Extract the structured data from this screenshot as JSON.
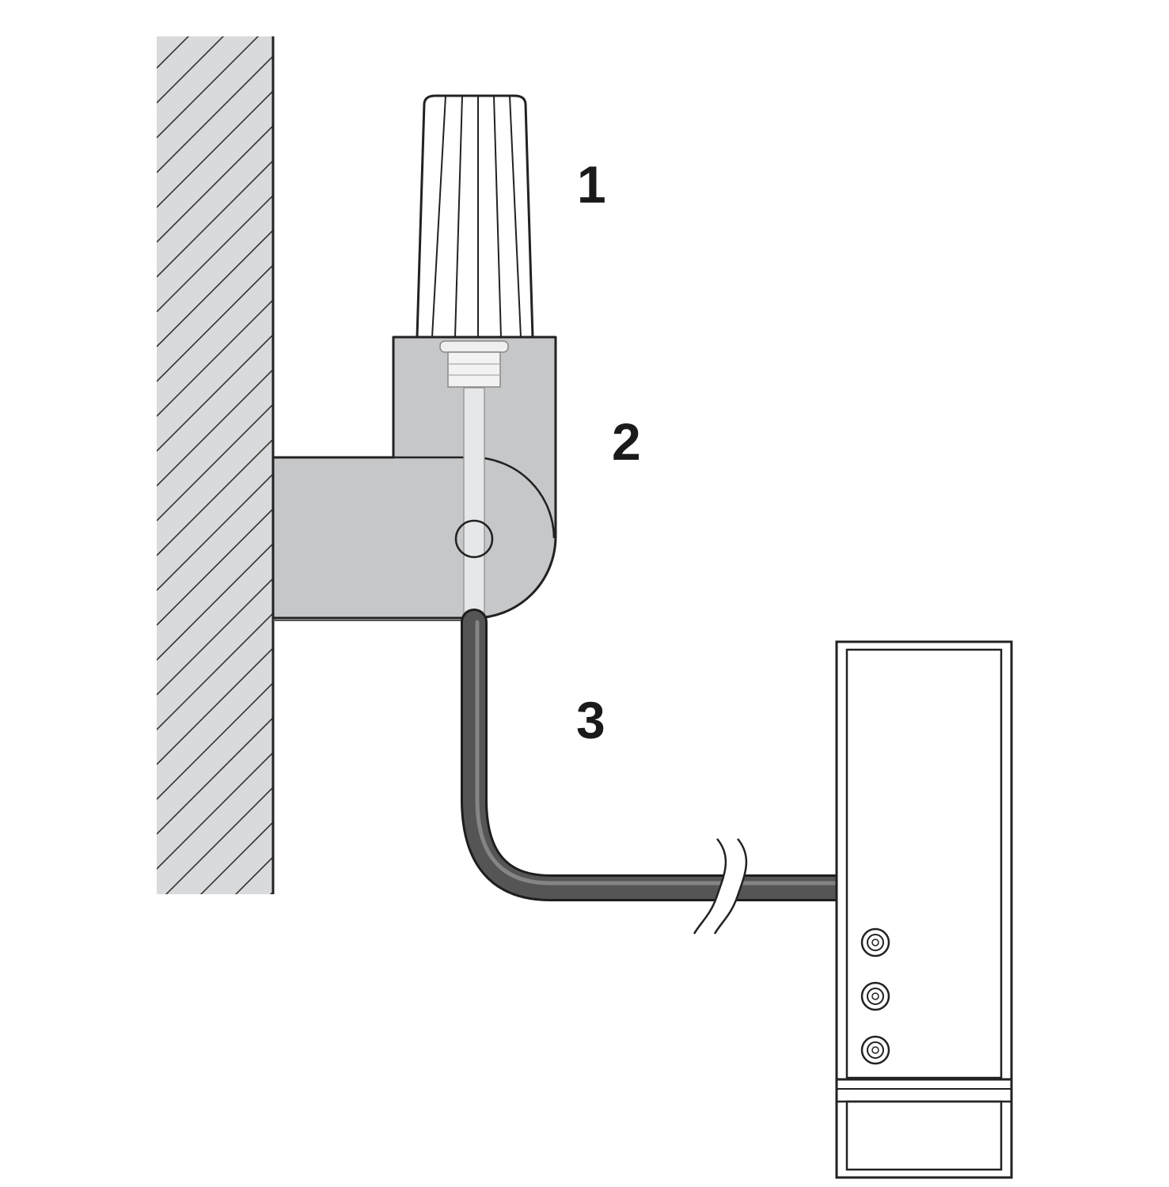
{
  "callouts": {
    "antenna": "1",
    "bracket": "2",
    "cable": "3"
  },
  "colors": {
    "wall_fill": "#d9dadc",
    "bracket_fill": "#c6c7c9",
    "outline": "#222222",
    "cable": "#555555",
    "cable_highlight": "#9a9a9a",
    "inner_cable": "#e6e7e8",
    "background": "#ffffff"
  }
}
